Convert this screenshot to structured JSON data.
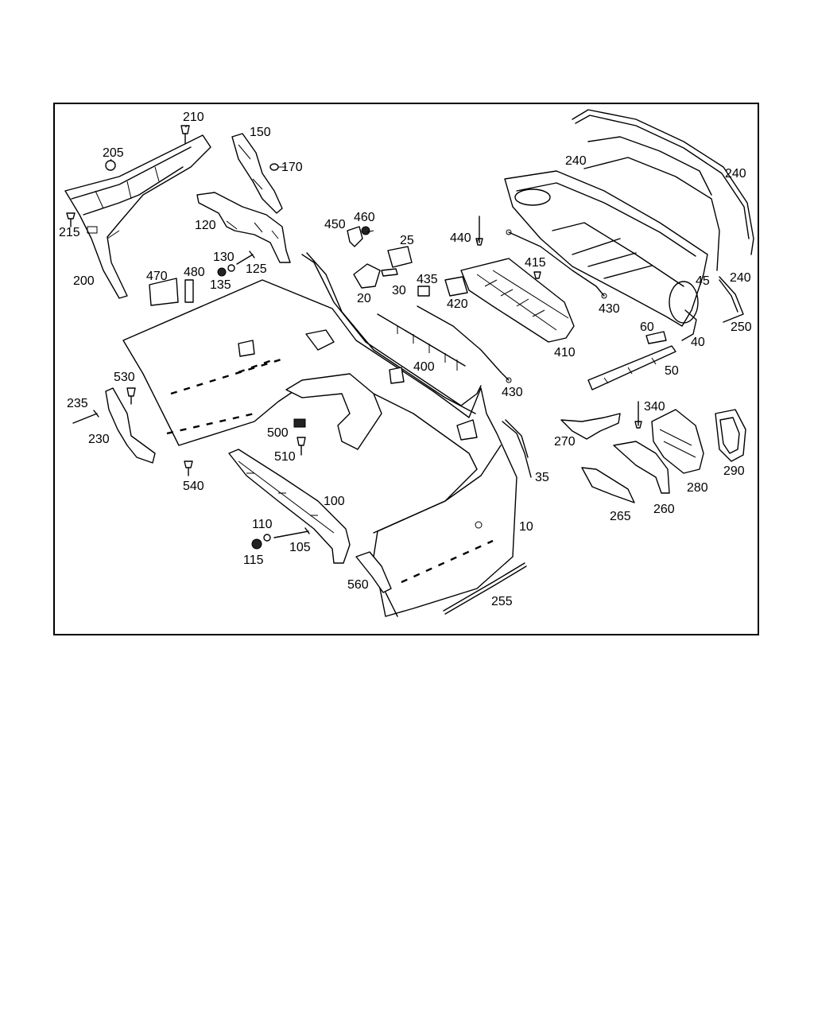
{
  "callouts": {
    "p10": "10",
    "p20": "20",
    "p25": "25",
    "p30": "30",
    "p35": "35",
    "p40": "40",
    "p45": "45",
    "p50": "50",
    "p60": "60",
    "p100": "100",
    "p105": "105",
    "p110": "110",
    "p115": "115",
    "p120": "120",
    "p125": "125",
    "p130": "130",
    "p135": "135",
    "p150": "150",
    "p170": "170",
    "p200": "200",
    "p205": "205",
    "p210": "210",
    "p215": "215",
    "p230": "230",
    "p235": "235",
    "p240a": "240",
    "p240b": "240",
    "p240c": "240",
    "p250": "250",
    "p255": "255",
    "p260": "260",
    "p265": "265",
    "p270": "270",
    "p280": "280",
    "p290": "290",
    "p340": "340",
    "p400": "400",
    "p410": "410",
    "p415": "415",
    "p420": "420",
    "p430a": "430",
    "p430b": "430",
    "p435": "435",
    "p440": "440",
    "p450": "450",
    "p460": "460",
    "p470": "470",
    "p480": "480",
    "p500": "500",
    "p510": "510",
    "p530": "530",
    "p540": "540",
    "p560": "560"
  }
}
